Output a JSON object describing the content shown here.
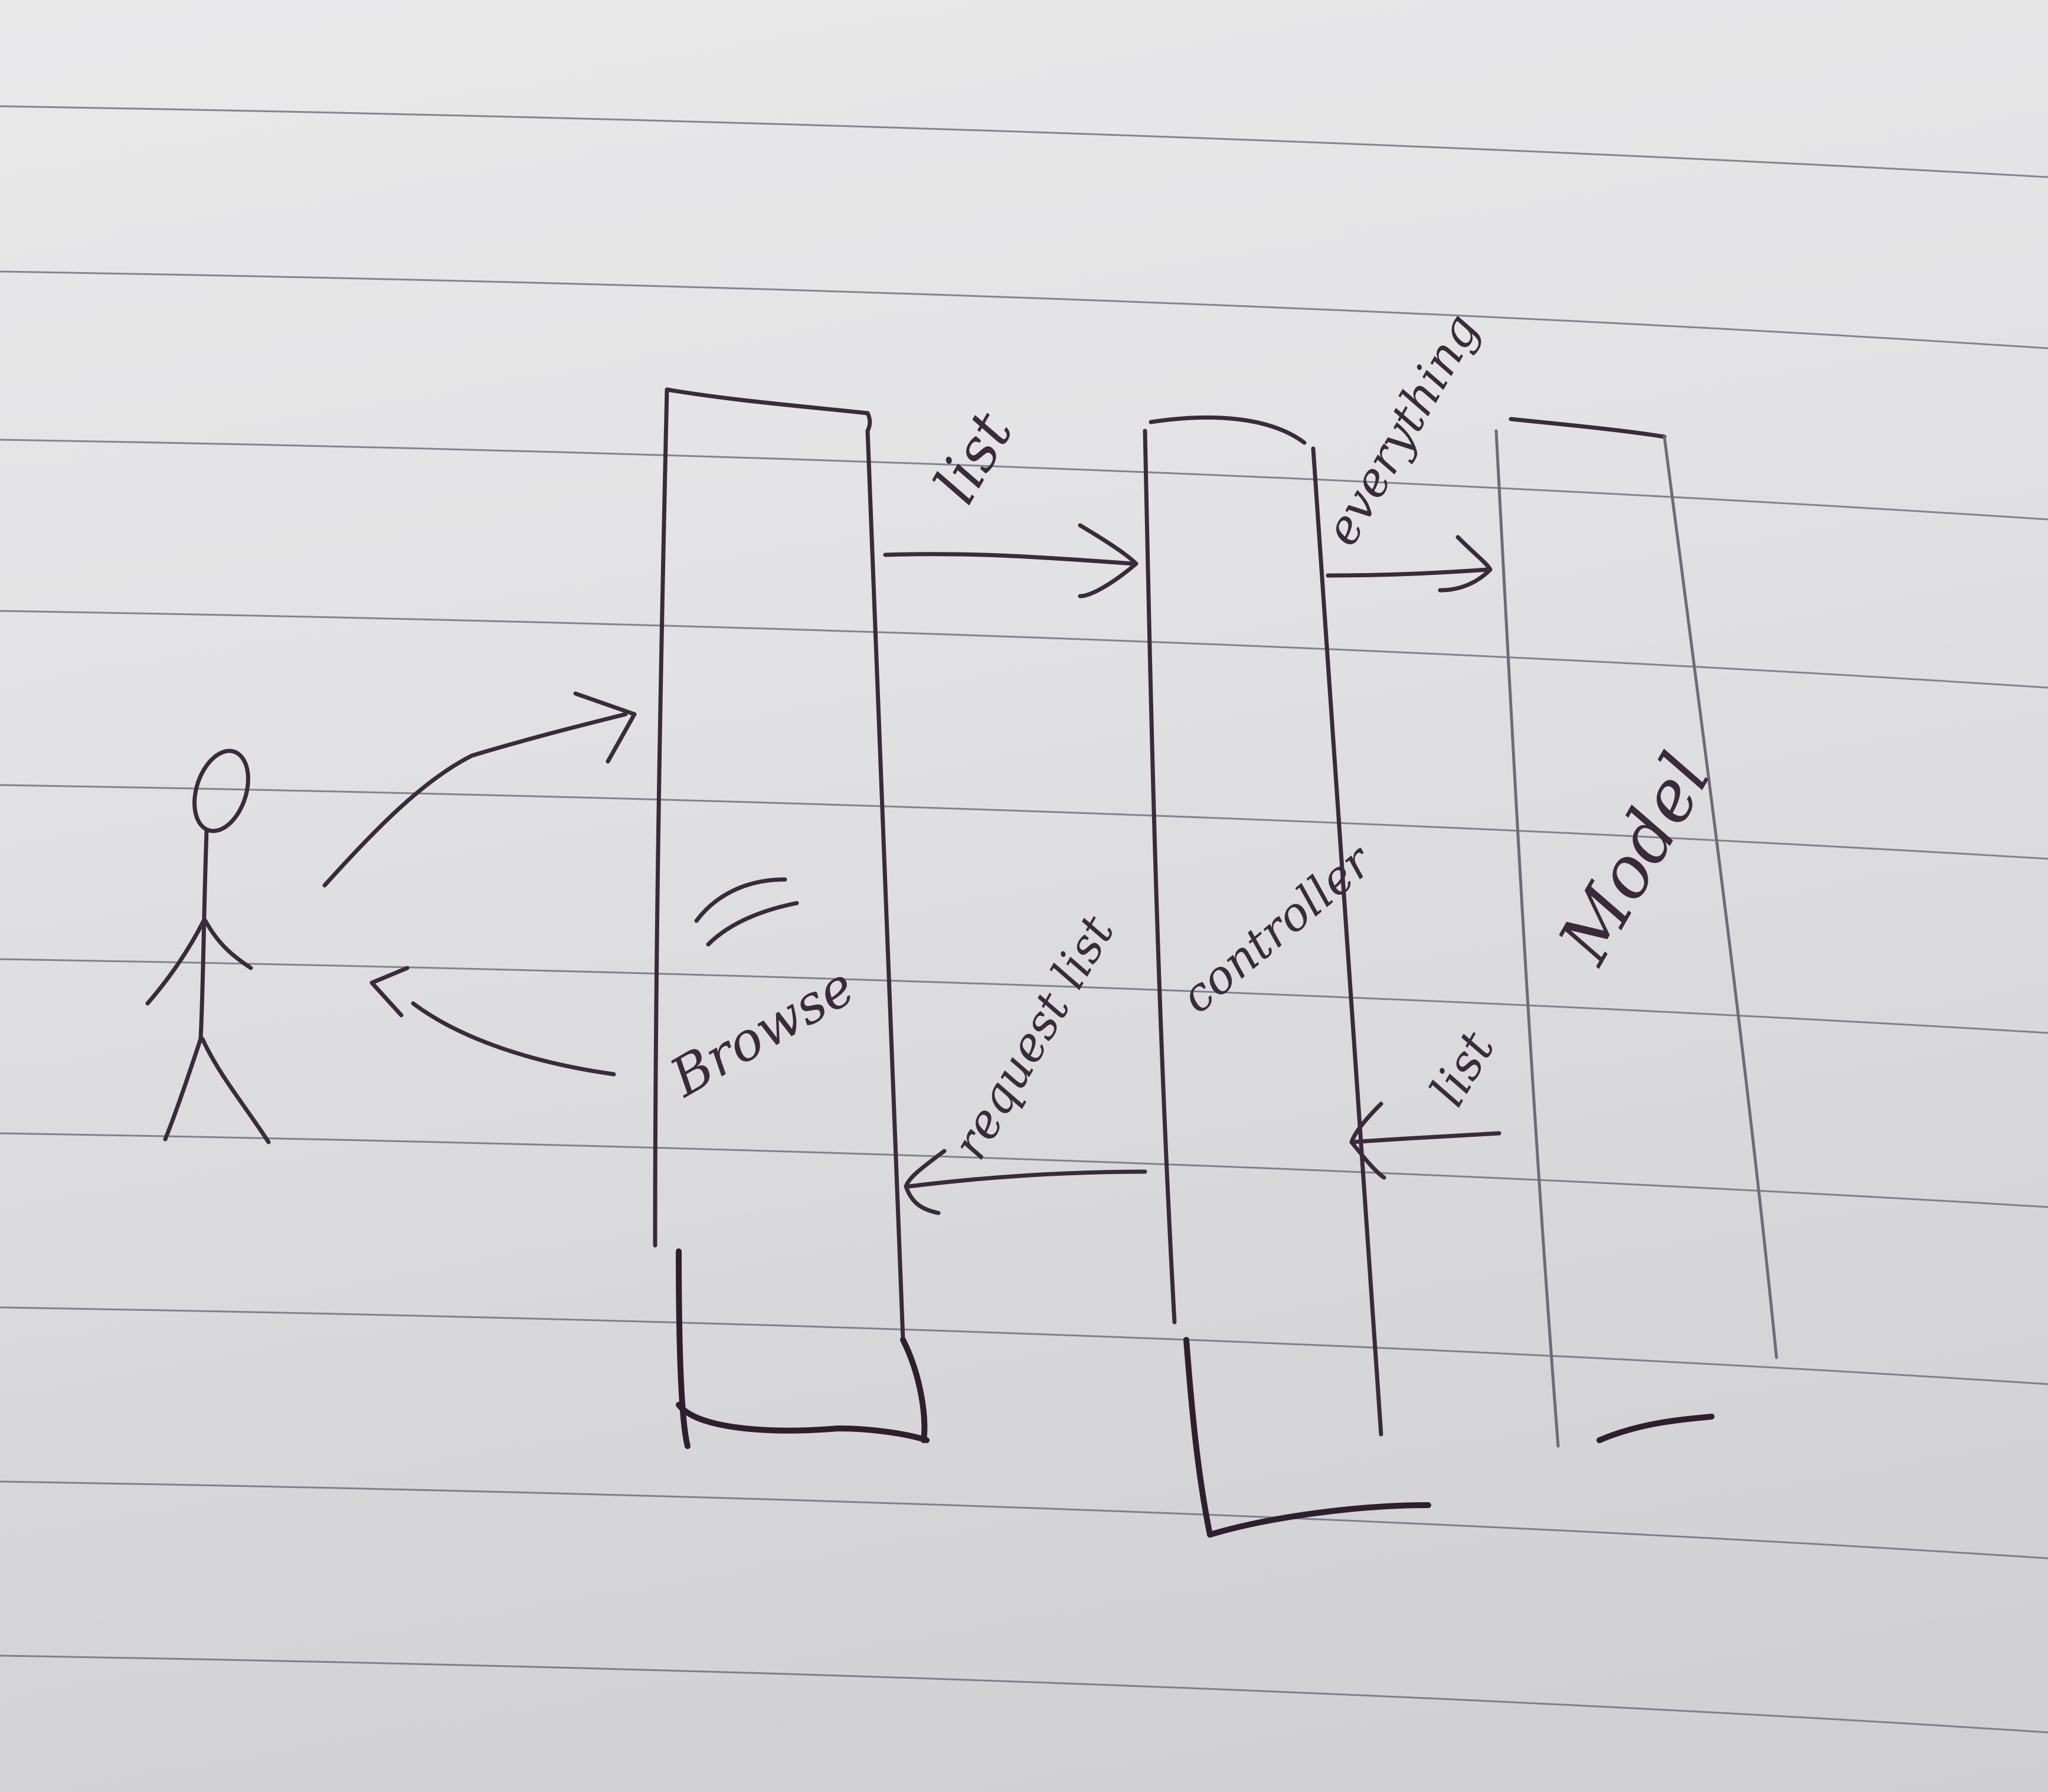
{
  "diagram": {
    "actor": {
      "icon": "stick-figure-icon"
    },
    "lanes": [
      {
        "id": "browse",
        "label": "Browse"
      },
      {
        "id": "controller",
        "label": "controller"
      },
      {
        "id": "model",
        "label": "Model"
      }
    ],
    "messages": [
      {
        "from": "user",
        "to": "browse",
        "label": ""
      },
      {
        "from": "browse",
        "to": "user",
        "label": ""
      },
      {
        "from": "browse",
        "to": "controller",
        "label": "list"
      },
      {
        "from": "controller",
        "to": "model",
        "label": "everything"
      },
      {
        "from": "model",
        "to": "controller",
        "label": "list"
      },
      {
        "from": "controller",
        "to": "browse",
        "label": "request list"
      }
    ]
  }
}
